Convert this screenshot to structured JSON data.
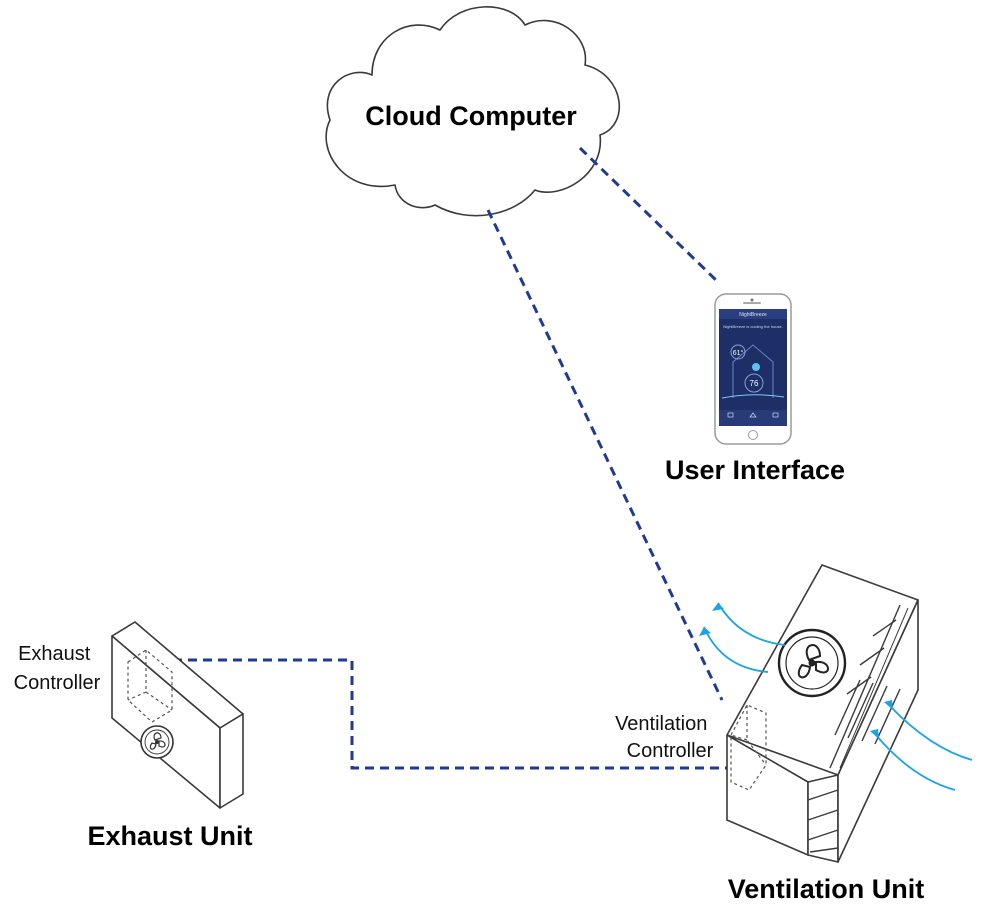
{
  "labels": {
    "cloud": "Cloud Computer",
    "user_interface": "User Interface",
    "exhaust_unit": "Exhaust Unit",
    "ventilation_unit": "Ventilation Unit",
    "exhaust_controller": [
      "Exhaust",
      "Controller"
    ],
    "ventilation_controller": [
      "Ventilation",
      "Controller"
    ]
  },
  "phone_screen": {
    "header": "NightBreeze",
    "status": "NightBreeze is cooling the house.",
    "outdoor_temp": "61°",
    "indoor_temp": "76"
  },
  "colors": {
    "link": "#1f3a93",
    "airflow": "#1aa3e8",
    "phone_screen": "#1d2f66",
    "outline": "#3a3a3a"
  }
}
